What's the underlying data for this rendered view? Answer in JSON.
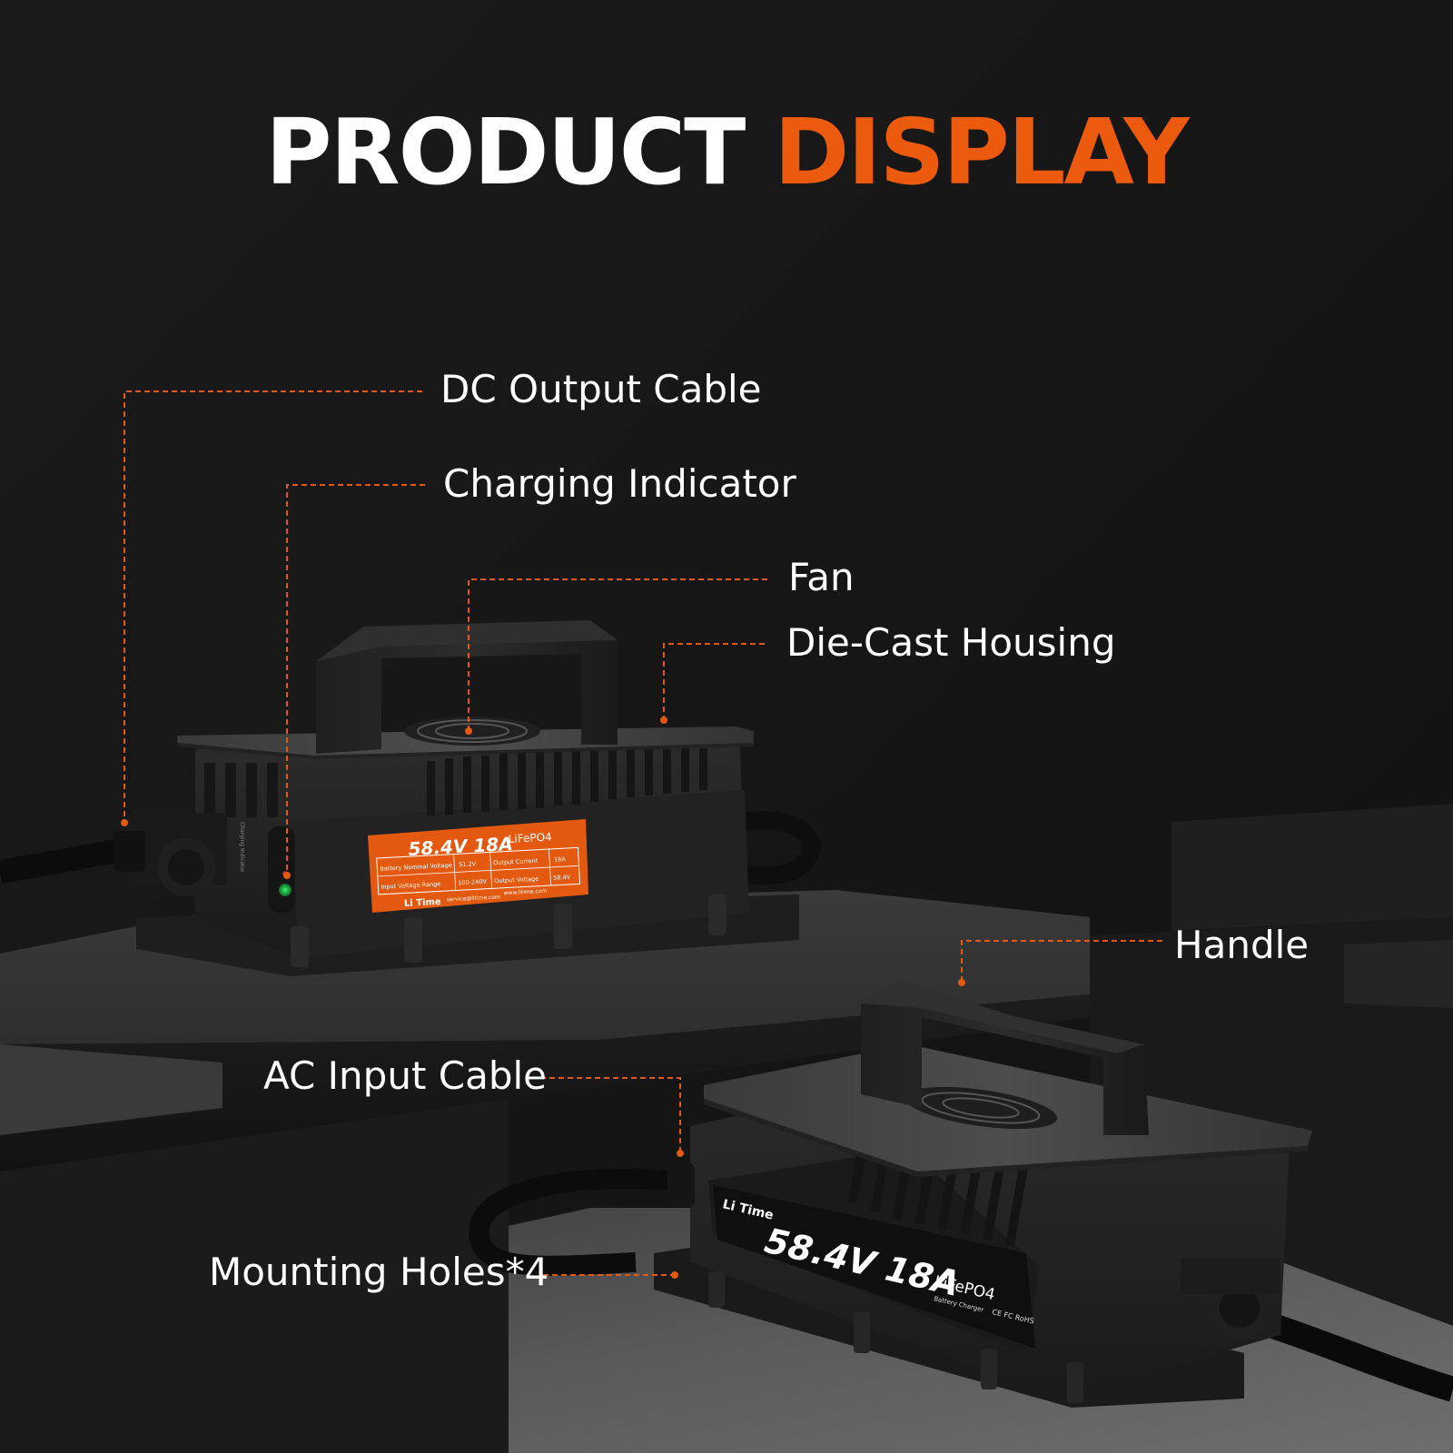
{
  "title": {
    "part1": "PRODUCT",
    "part2": "DISPLAY"
  },
  "colors": {
    "accent": "#ec5a0e",
    "callout": "#e25a12",
    "text": "#ffffff",
    "background": "#171717"
  },
  "callouts": {
    "dc_output_cable": "DC Output Cable",
    "charging_indicator": "Charging Indicator",
    "fan": "Fan",
    "die_cast_housing": "Die-Cast Housing",
    "handle": "Handle",
    "ac_input_cable": "AC Input Cable",
    "mounting_holes": "Mounting Holes*4"
  },
  "front_label": {
    "voltage_current": "58.4V 18A",
    "chemistry": "LiFePO4",
    "battery_nominal_voltage_label": "Battery Nominal Voltage",
    "battery_nominal_voltage": "51.2V",
    "output_current_label": "Output Current",
    "output_current": "18A",
    "input_voltage_range_label": "Input Voltage Range",
    "input_voltage_range": "100-240V",
    "output_voltage_label": "Output Voltage",
    "output_voltage": "58.4V",
    "brand": "Li Time",
    "email": "service@litime.com",
    "website": "www.litime.com"
  },
  "side_label": {
    "brand": "Li Time",
    "voltage_current": "58.4V 18A",
    "chemistry": "LiFePO4",
    "subtitle": "Battery Charger",
    "certs": "CE FC RoHS"
  },
  "indicator_caption": "Charging Indicator"
}
